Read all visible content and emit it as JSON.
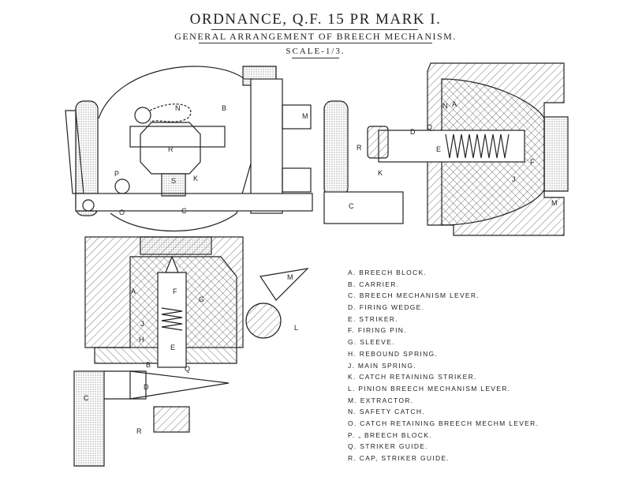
{
  "title": {
    "main": "ORDNANCE, Q.F. 15 PR MARK I.",
    "subtitle": "GENERAL ARRANGEMENT OF BREECH MECHANISM.",
    "scale": "SCALE-1/3."
  },
  "views": {
    "elevation": {
      "labels": [
        "B",
        "M",
        "N",
        "R",
        "S",
        "K",
        "P",
        "C",
        "O"
      ]
    },
    "section_horizontal": {
      "labels": [
        "A",
        "N",
        "D",
        "Q",
        "R",
        "E",
        "K",
        "C",
        "F",
        "J",
        "M"
      ]
    },
    "section_vertical": {
      "labels": [
        "A",
        "F",
        "G",
        "J",
        "H",
        "E",
        "B",
        "Q",
        "D",
        "C",
        "R",
        "M",
        "L"
      ]
    }
  },
  "legend": [
    {
      "key": "A",
      "text": "A. BREECH BLOCK."
    },
    {
      "key": "B",
      "text": "B. CARRIER."
    },
    {
      "key": "C",
      "text": "C. BREECH MECHANISM LEVER."
    },
    {
      "key": "D",
      "text": "D. FIRING WEDGE."
    },
    {
      "key": "E",
      "text": "E. STRIKER."
    },
    {
      "key": "F",
      "text": "F. FIRING PIN."
    },
    {
      "key": "G",
      "text": "G. SLEEVE."
    },
    {
      "key": "H",
      "text": "H. REBOUND SPRING."
    },
    {
      "key": "J",
      "text": "J. MAIN SPRING."
    },
    {
      "key": "K",
      "text": "K. CATCH RETAINING STRIKER."
    },
    {
      "key": "L",
      "text": "L. PINION BREECH MECHANISM LEVER."
    },
    {
      "key": "M",
      "text": "M. EXTRACTOR."
    },
    {
      "key": "N",
      "text": "N. SAFETY CATCH."
    },
    {
      "key": "O",
      "text": "O. CATCH RETAINING BREECH MECHM LEVER."
    },
    {
      "key": "P",
      "text": "P.   „   BREECH BLOCK."
    },
    {
      "key": "Q",
      "text": "Q. STRIKER GUIDE."
    },
    {
      "key": "R",
      "text": "R. CAP, STRIKER GUIDE."
    }
  ]
}
